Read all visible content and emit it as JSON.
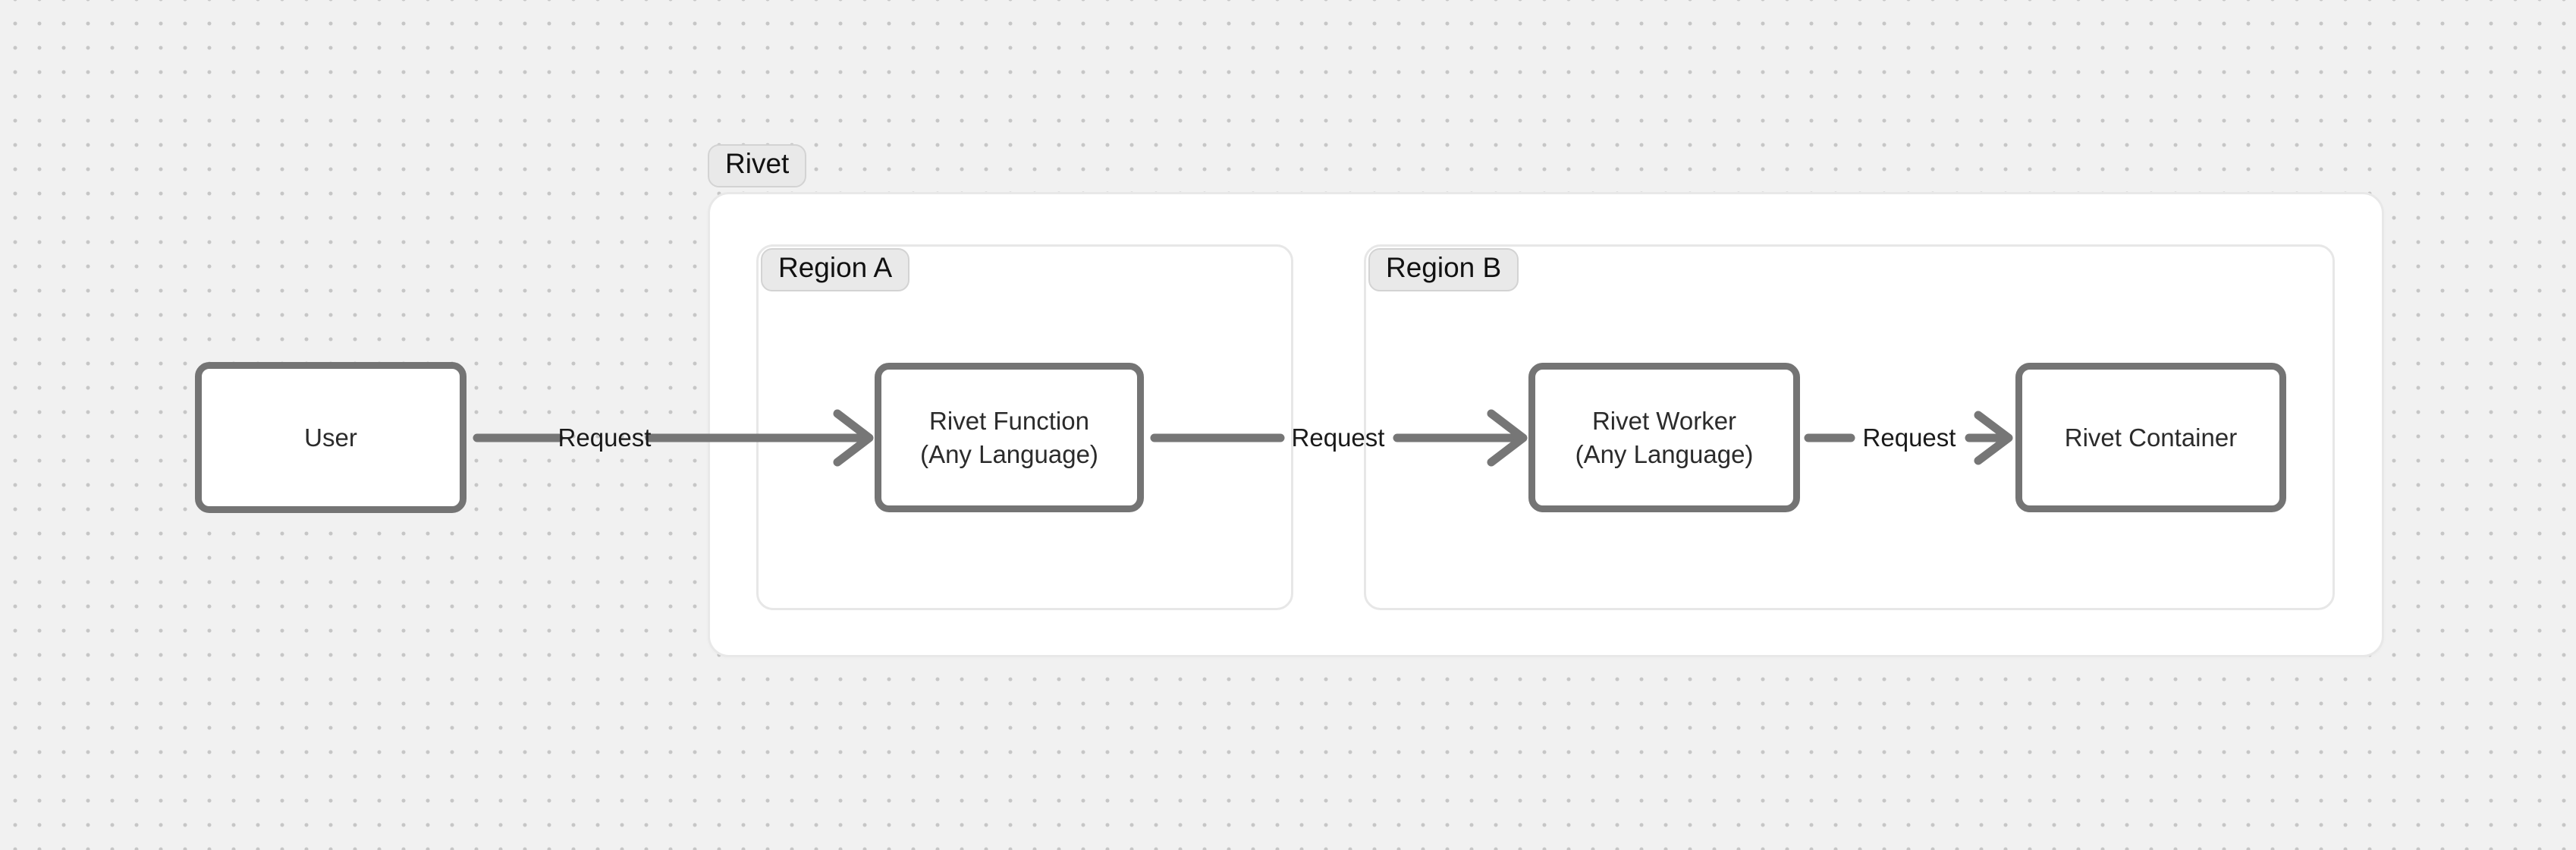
{
  "diagram": {
    "group_label": "Rivet",
    "regions": [
      {
        "label": "Region A"
      },
      {
        "label": "Region B"
      }
    ],
    "nodes": [
      {
        "id": "user",
        "lines": [
          "User"
        ]
      },
      {
        "id": "rivet-function",
        "lines": [
          "Rivet Function",
          "(Any Language)"
        ]
      },
      {
        "id": "rivet-worker",
        "lines": [
          "Rivet Worker",
          "(Any Language)"
        ]
      },
      {
        "id": "rivet-container",
        "lines": [
          "Rivet Container"
        ]
      }
    ],
    "edges": [
      {
        "from": "user",
        "to": "rivet-function",
        "label": "Request"
      },
      {
        "from": "rivet-function",
        "to": "rivet-worker",
        "label": "Request"
      },
      {
        "from": "rivet-worker",
        "to": "rivet-container",
        "label": "Request"
      }
    ],
    "colors": {
      "canvas_background": "#f1f1f1",
      "canvas_dots": "#c6c6c6",
      "container_background": "#ffffff",
      "container_border": "#e8e8e8",
      "node_border": "#747474",
      "node_text": "#2b2b2b",
      "arrow": "#767676",
      "pill_background": "#e9e9e9",
      "pill_border": "#d3d3d3",
      "label_text": "#111111"
    }
  }
}
